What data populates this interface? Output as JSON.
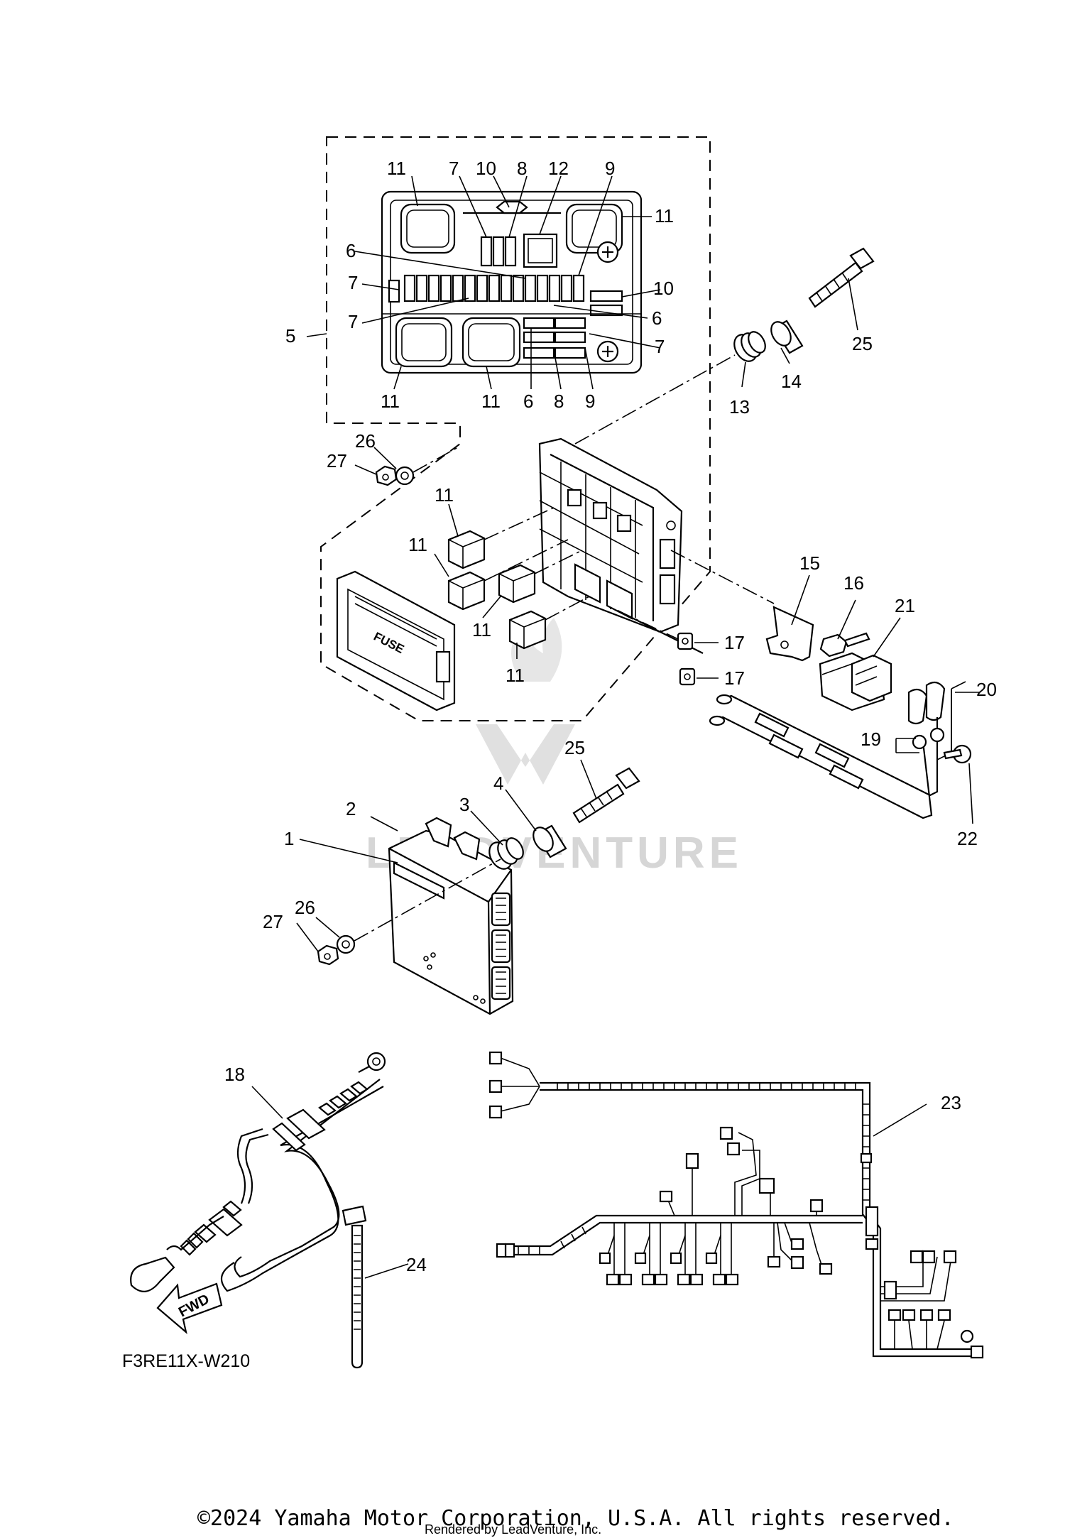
{
  "diagram_code": "F3RE11X-W210",
  "fuse_label": "FUSE",
  "fwd_label": "FWD",
  "watermark": "LEADVENTURE",
  "copyright": "©2024 Yamaha Motor Corporation, U.S.A. All rights reserved.",
  "rendered_by": "Rendered by LeadVenture, Inc.",
  "callouts": [
    {
      "id": "c11a",
      "label": "11"
    },
    {
      "id": "c7a",
      "label": "7"
    },
    {
      "id": "c10a",
      "label": "10"
    },
    {
      "id": "c8a",
      "label": "8"
    },
    {
      "id": "c12",
      "label": "12"
    },
    {
      "id": "c9a",
      "label": "9"
    },
    {
      "id": "c11b",
      "label": "11"
    },
    {
      "id": "c6a",
      "label": "6"
    },
    {
      "id": "c7b",
      "label": "7"
    },
    {
      "id": "c10b",
      "label": "10"
    },
    {
      "id": "c7c",
      "label": "7"
    },
    {
      "id": "c6b",
      "label": "6"
    },
    {
      "id": "c5",
      "label": "5"
    },
    {
      "id": "c7d",
      "label": "7"
    },
    {
      "id": "c11c",
      "label": "11"
    },
    {
      "id": "c11d",
      "label": "11"
    },
    {
      "id": "c6c",
      "label": "6"
    },
    {
      "id": "c8b",
      "label": "8"
    },
    {
      "id": "c9b",
      "label": "9"
    },
    {
      "id": "c25a",
      "label": "25"
    },
    {
      "id": "c14",
      "label": "14"
    },
    {
      "id": "c13",
      "label": "13"
    },
    {
      "id": "c26a",
      "label": "26"
    },
    {
      "id": "c27a",
      "label": "27"
    },
    {
      "id": "c11e",
      "label": "11"
    },
    {
      "id": "c11f",
      "label": "11"
    },
    {
      "id": "c11g",
      "label": "11"
    },
    {
      "id": "c11h",
      "label": "11"
    },
    {
      "id": "c15",
      "label": "15"
    },
    {
      "id": "c16",
      "label": "16"
    },
    {
      "id": "c21",
      "label": "21"
    },
    {
      "id": "c17a",
      "label": "17"
    },
    {
      "id": "c17b",
      "label": "17"
    },
    {
      "id": "c20",
      "label": "20"
    },
    {
      "id": "c19",
      "label": "19"
    },
    {
      "id": "c22",
      "label": "22"
    },
    {
      "id": "c25b",
      "label": "25"
    },
    {
      "id": "c4",
      "label": "4"
    },
    {
      "id": "c3",
      "label": "3"
    },
    {
      "id": "c2",
      "label": "2"
    },
    {
      "id": "c1",
      "label": "1"
    },
    {
      "id": "c26b",
      "label": "26"
    },
    {
      "id": "c27b",
      "label": "27"
    },
    {
      "id": "c18",
      "label": "18"
    },
    {
      "id": "c23",
      "label": "23"
    },
    {
      "id": "c24",
      "label": "24"
    }
  ]
}
